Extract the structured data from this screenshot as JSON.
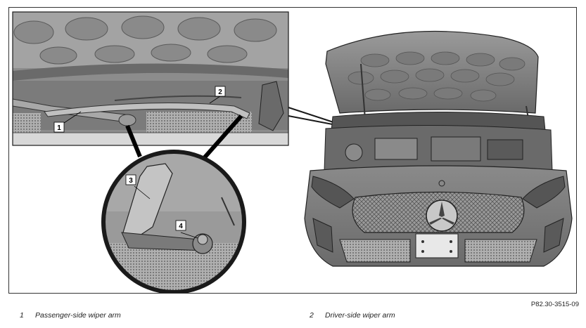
{
  "figure": {
    "reference_code": "P82.30-3515-09",
    "callouts": [
      {
        "number": "1"
      },
      {
        "number": "2"
      },
      {
        "number": "3"
      },
      {
        "number": "4"
      }
    ]
  },
  "legend": [
    {
      "number": "1",
      "label": "Passenger-side wiper arm"
    },
    {
      "number": "2",
      "label": "Driver-side wiper arm"
    }
  ],
  "colors": {
    "line": "#1a1a1a",
    "body_mid": "#7d7d7d",
    "body_dark": "#4a4a4a",
    "body_light": "#bdbdbd"
  }
}
